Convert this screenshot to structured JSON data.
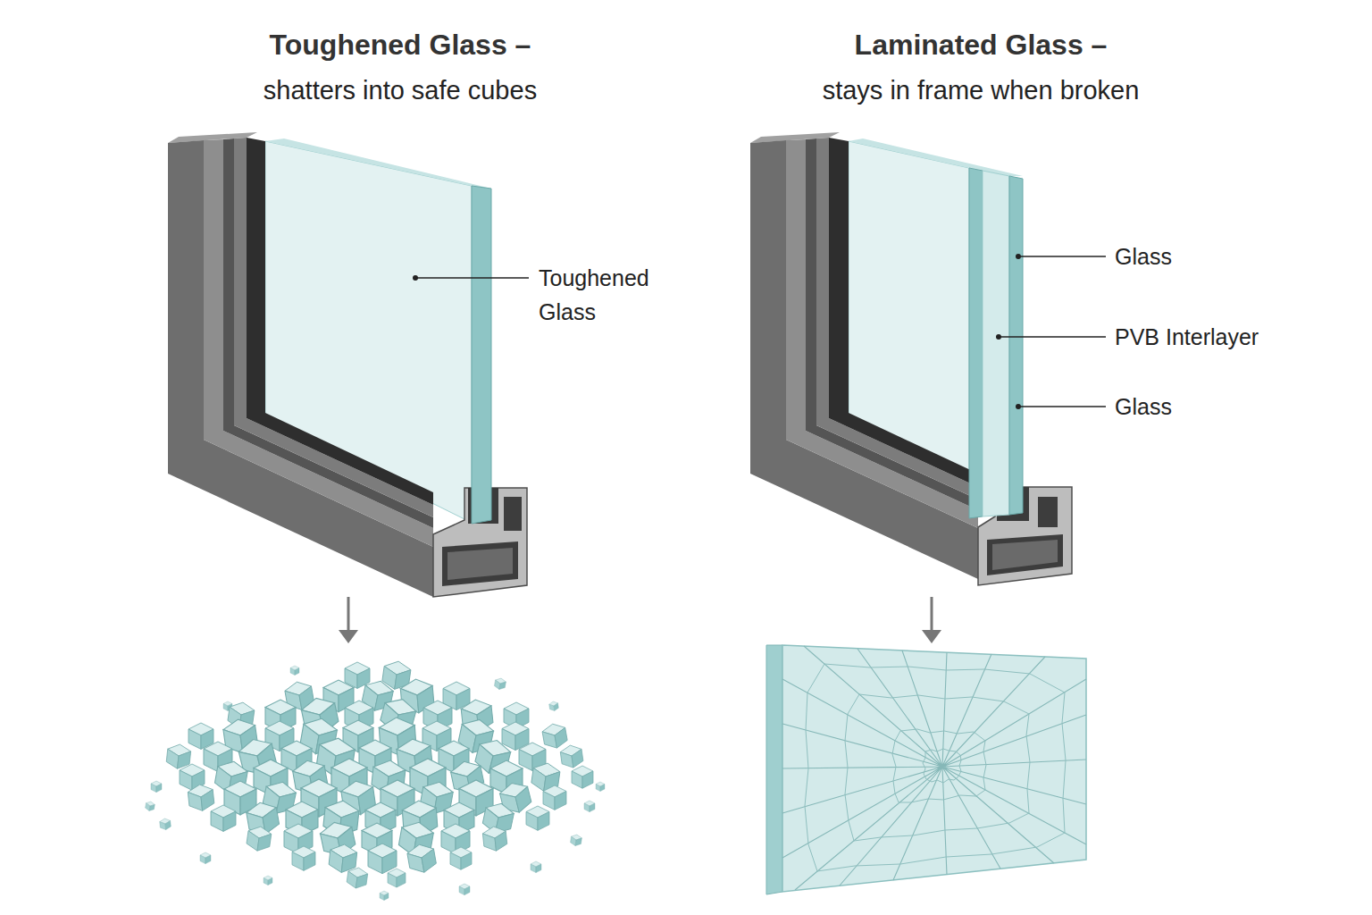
{
  "diagram": {
    "labels": [
      "Toughened Glass –",
      "shatters into safe cubes",
      "Laminated Glass –",
      "stays in frame when broken",
      "Toughened Glass",
      "Glass",
      "PVB Interlayer",
      "Glass"
    ]
  }
}
